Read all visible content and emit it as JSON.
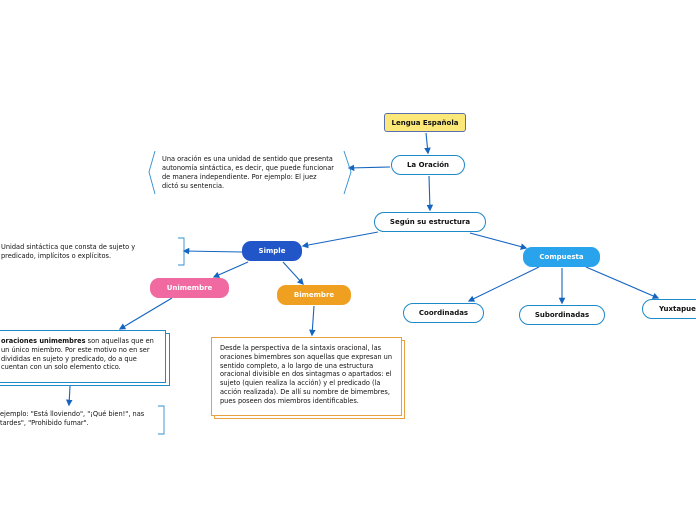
{
  "colors": {
    "connector": "#1565c0",
    "title_fill": "#fbe879",
    "title_border": "#5a6fb0",
    "outline_border": "#1e88c8",
    "simple_fill": "#2156c9",
    "compuesta_fill": "#29a3ec",
    "unimembre_fill": "#f06aa1",
    "bimembre_fill": "#f0a020",
    "card_blue_border": "#1e88c8",
    "card_orange_border": "#e8a040",
    "bracket": "#2d8fd0"
  },
  "nodes": {
    "lengua": "Lengua Española",
    "oracion": "La Oración",
    "segun": "Según su estructura",
    "simple": "Simple",
    "compuesta": "Compuesta",
    "unimembre": "Unimembre",
    "bimembre": "Bimembre",
    "coordinadas": "Coordinadas",
    "subordinadas": "Subordinadas",
    "yuxtapuestas": "Yuxtapue"
  },
  "notes": {
    "oracion_def": "Una oración es una unidad de sentido que presenta autonomía sintáctica, es decir, que puede funcionar de manera independiente. Por ejemplo: El juez dictó su sentencia.",
    "simple_def": "Unidad sintáctica que consta de sujeto y predicado, implícitos o explícitos.",
    "unimembre_bold": "oraciones unimembres",
    "unimembre_rest": " son aquellas que en un único miembro. Por este motivo no en ser divididas en sujeto y predicado, do a que cuentan con un solo elemento ctico.",
    "unimembre_example": "ejemplo: \"Está lloviendo\", \"¡Qué bien!\", nas tardes\", \"Prohibido fumar\".",
    "bimembre_def": "Desde la perspectiva de la sintaxis oracional, las oraciones bimembres son aquellas que expresan un sentido completo, a lo largo de una estructura oracional divisible en dos sintagmas o apartados: el sujeto (quien realiza la acción) y el predicado (la acción realizada). De allí su nombre de bimembres, pues poseen dos miembros identificables."
  }
}
